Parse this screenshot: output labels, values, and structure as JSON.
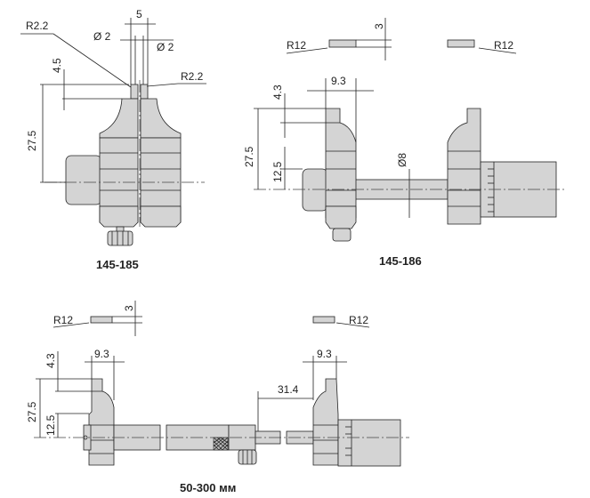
{
  "models": {
    "m1": "145-185",
    "m2": "145-186",
    "m3": "50-300 мм"
  },
  "dimensions": {
    "r2_2_left": "R2.2",
    "r2_2_right": "R2.2",
    "five": "5",
    "dia2_left": "Ø 2",
    "dia2_right": "Ø 2",
    "h4_5": "4.5",
    "h27_5_a": "27.5",
    "r12_a_left": "R12",
    "r12_a_right": "R12",
    "three_a": "3",
    "w9_3_a": "9.3",
    "h4_3_a": "4.3",
    "h27_5_b": "27.5",
    "h12_5_a": "12.5",
    "dia8": "Ø8",
    "r12_b_left": "R12",
    "r12_b_right": "R12",
    "three_b": "3",
    "w9_3_b": "9.3",
    "w9_3_c": "9.3",
    "h4_3_b": "4.3",
    "h27_5_c": "27.5",
    "h12_5_b": "12.5",
    "w31_4": "31.4"
  },
  "colors": {
    "body": "#d4d4d4",
    "line": "#222222"
  }
}
